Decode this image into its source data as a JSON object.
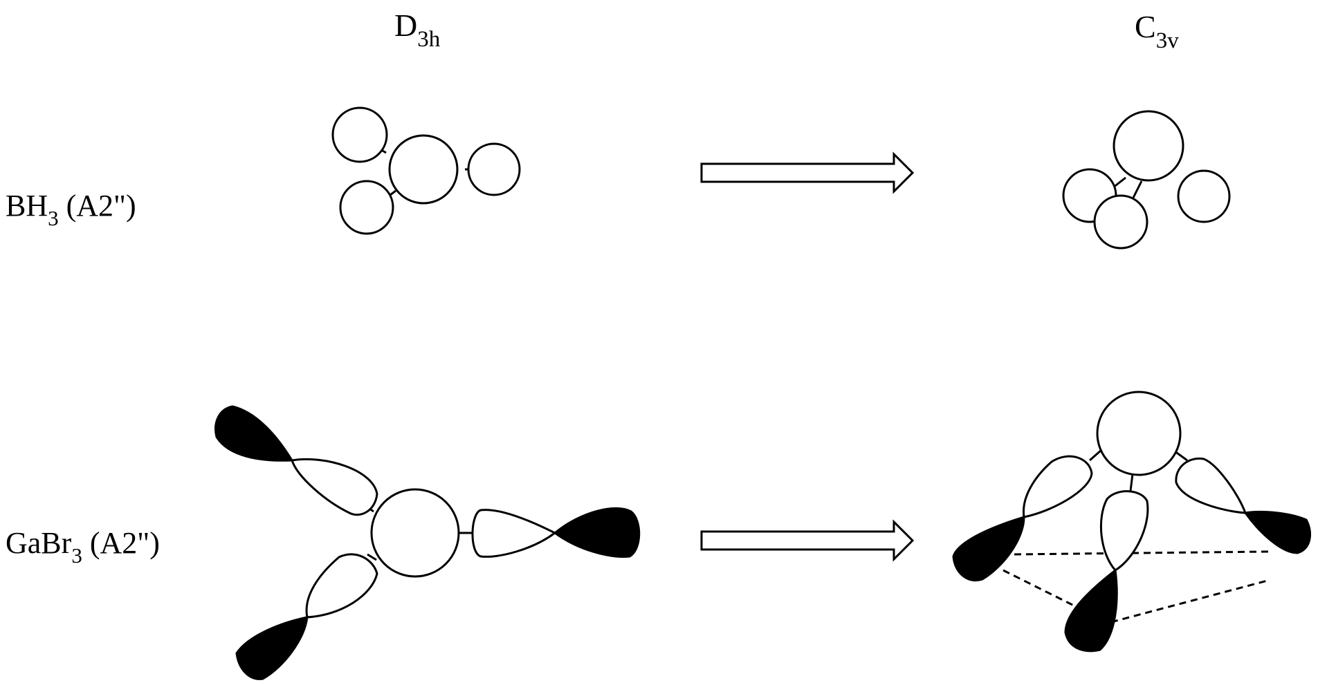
{
  "columns": {
    "left": {
      "main": "D",
      "sub": "3h"
    },
    "right": {
      "main": "C",
      "sub": "3v"
    }
  },
  "rows": [
    {
      "pre": "BH",
      "sub": "3",
      "post": " (A2\")"
    },
    {
      "pre": "GaBr",
      "sub": "3",
      "post": " (A2\")"
    }
  ],
  "colors": {
    "line": "#000000",
    "fill_open": "#ffffff",
    "fill_dark": "#000000"
  }
}
